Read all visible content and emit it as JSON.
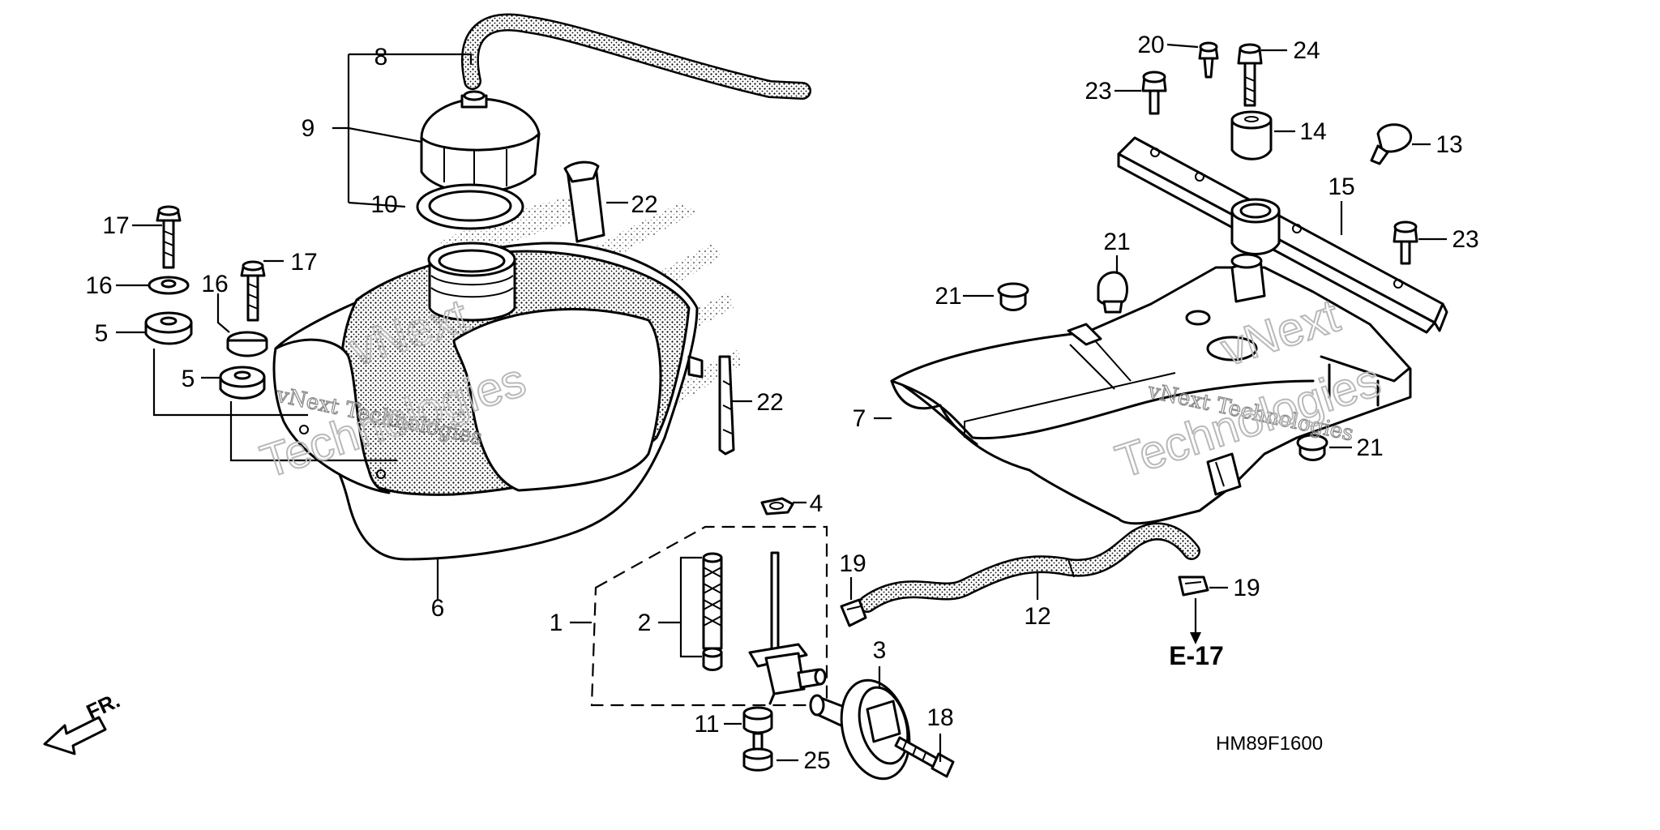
{
  "diagram": {
    "code": "HM89F1600",
    "front_marker": "FR.",
    "reference": "E-17",
    "watermark": {
      "small": "vNext Technologies",
      "big_line1": "vNext",
      "big_line2": "Technologies"
    },
    "callouts": {
      "p1": "1",
      "p2": "2",
      "p3": "3",
      "p4": "4",
      "p5a": "5",
      "p5b": "5",
      "p6": "6",
      "p7": "7",
      "p8": "8",
      "p9": "9",
      "p10": "10",
      "p11": "11",
      "p12": "12",
      "p13": "13",
      "p14": "14",
      "p15": "15",
      "p16a": "16",
      "p16b": "16",
      "p17a": "17",
      "p17b": "17",
      "p18": "18",
      "p19a": "19",
      "p19b": "19",
      "p20": "20",
      "p21a": "21",
      "p21b": "21",
      "p21c": "21",
      "p22a": "22",
      "p22b": "22",
      "p23a": "23",
      "p23b": "23",
      "p24": "24",
      "p25": "25"
    }
  }
}
